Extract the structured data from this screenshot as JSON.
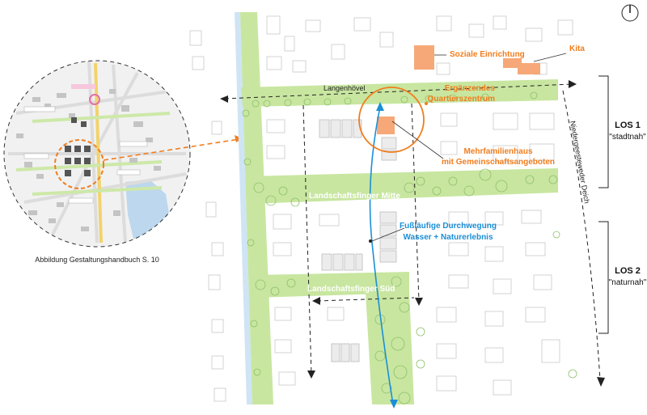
{
  "labels": {
    "soziale_einrichtung": "Soziale Einrichtung",
    "kita": "Kita",
    "langenhoevel": "Langenhövel",
    "ergaenzendes_1": "Ergänzendes",
    "ergaenzendes_2": "Quartierszentrum",
    "mehrfamilienhaus_1": "Mehrfamilienhaus",
    "mehrfamilienhaus_2": "mit Gemeinschaftsangeboten",
    "landschaftsfinger_mitte": "Landschaftsfinger Mitte",
    "landschaftsfinger_sued": "Landschaftsfinger Süd",
    "durchwegung_1": "Fußläufige Durchwegung",
    "durchwegung_2": "Wasser + Naturerlebnis",
    "deich": "Niedergeesteweder Deich",
    "los1_title": "LOS 1",
    "los1_sub": "\"stadtnah\"",
    "los2_title": "LOS 2",
    "los2_sub": "\"naturnah\"",
    "caption": "Abbildung Gestaltungshandbuch S. 10"
  },
  "colors": {
    "orange": "#f07d1e",
    "green": "#c8e6a0",
    "blue": "#1b8fd6",
    "building_orange": "#f6a878"
  },
  "icons": {
    "north_arrow": "north-arrow-icon"
  }
}
